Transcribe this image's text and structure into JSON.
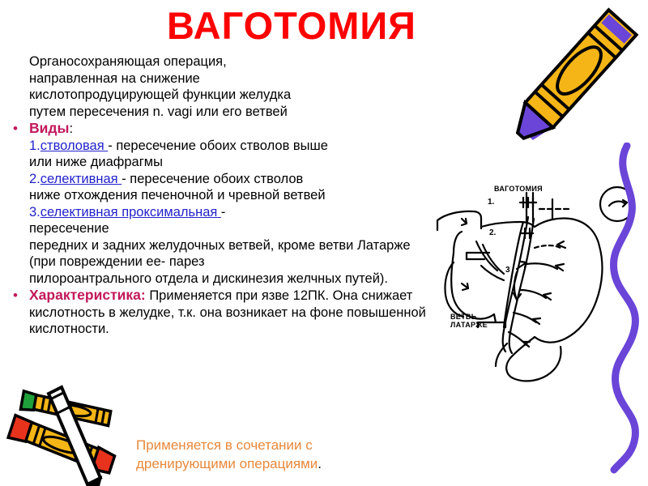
{
  "slide": {
    "title": "ВАГОТОМИЯ",
    "title_color": "#ff0000",
    "background": "#ffffff"
  },
  "intro": {
    "lines": [
      "Органосохраняющая операция,",
      "направленная на снижение",
      "кислотопродуцирующей функции желудка",
      "путем пересечения n. vagi или его ветвей"
    ]
  },
  "types": {
    "bullet": "•",
    "heading": "Виды",
    "heading_colon": ":",
    "heading_color": "#c2185b",
    "link_color": "#2222cc",
    "items": [
      {
        "number": "1.",
        "link": "стволовая ",
        "rest": "- пересечение обоих стволов выше",
        "extra": "или ниже диафрагмы"
      },
      {
        "number": "2.",
        "link": "селективная ",
        "rest": "- пересечение обоих стволов",
        "extra": "ниже отхождения печеночной и чревной ветвей"
      },
      {
        "number": "3.",
        "link": "селективная проксимальная ",
        "rest": "-",
        "extra": "пересечение",
        "extra2": "передних и задних желудочных ветвей, кроме ветви Латарже (при повреждении ее- парез",
        "extra3": "пилороантрального отдела и дискинезия желчных путей)."
      }
    ]
  },
  "characteristic": {
    "bullet": "•",
    "heading": "Характеристика:",
    "heading_color": "#c2185b",
    "text": "Применяется при язве 12ПК. Она снижает кислотность в желудке, т.к. она возникает на фоне повышенной кислотности."
  },
  "note": {
    "line1": "Применяется в сочетании с",
    "line2": "дренирующими операциями",
    "period": ".",
    "color": "#e8883a"
  },
  "diagram": {
    "label_vagotomy": "ВАГОТОМИЯ",
    "label_latarzhe_line1": "ВЕТВЬ",
    "label_latarzhe_line2": "ЛАТАРЖЕ",
    "marker1": "1.",
    "marker2": "2.",
    "marker3": "3",
    "alt": "stomach-vagotomy-anatomy"
  },
  "decor": {
    "crayon_top": "yellow-crayon-purple-tip",
    "squiggle": "purple-squiggle-line",
    "squiggle_color": "#6a45d8",
    "crayon_bottom_1": "yellow-crayon-red-tip",
    "crayon_bottom_2": "yellow-crayon-green-tip",
    "pen_bottom": "black-pen"
  }
}
